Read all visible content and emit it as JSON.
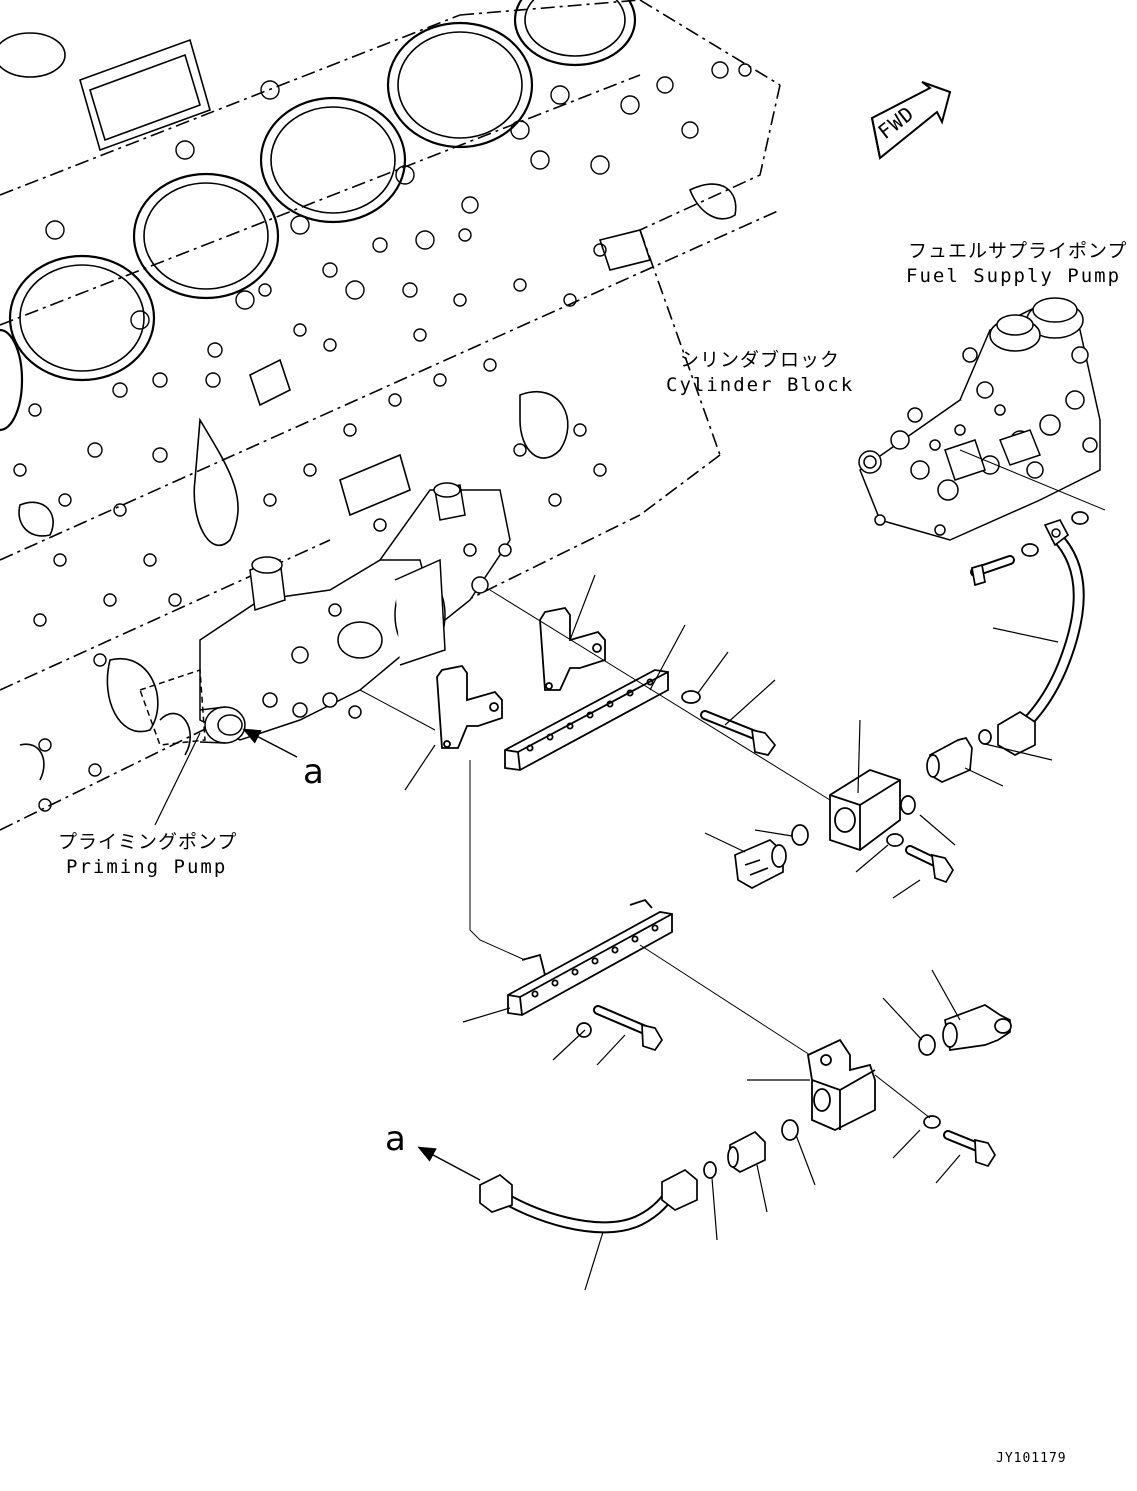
{
  "fwd_marker": "FWD",
  "labels": {
    "fuel_supply_pump_jp": "フュエルサプライポンプ",
    "fuel_supply_pump_en": "Fuel Supply Pump",
    "cylinder_block_jp": "シリンダブロック",
    "cylinder_block_en": "Cylinder Block",
    "priming_pump_jp": "プライミングポンプ",
    "priming_pump_en": "Priming Pump"
  },
  "callout_upper": "a",
  "callout_lower": "a",
  "drawing_code": "JY101179",
  "colors": {
    "line": "#000000",
    "background": "#ffffff"
  }
}
